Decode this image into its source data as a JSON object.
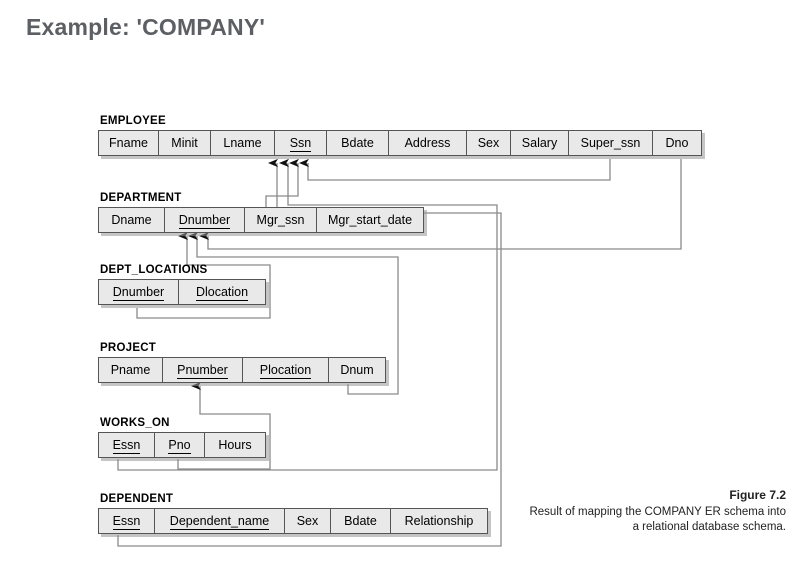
{
  "slide": {
    "title": "Example: 'COMPANY'",
    "title_color": "#5c5f63",
    "background": "#ffffff"
  },
  "diagram": {
    "cell_fill": "#e9e9e9",
    "border_color": "#555555",
    "link_color": "#808080",
    "relations": [
      {
        "name": "EMPLOYEE",
        "attributes": [
          {
            "label": "Fname",
            "key": false,
            "width": 60
          },
          {
            "label": "Minit",
            "key": false,
            "width": 52
          },
          {
            "label": "Lname",
            "key": false,
            "width": 64
          },
          {
            "label": "Ssn",
            "key": true,
            "width": 52
          },
          {
            "label": "Bdate",
            "key": false,
            "width": 62
          },
          {
            "label": "Address",
            "key": false,
            "width": 78
          },
          {
            "label": "Sex",
            "key": false,
            "width": 44
          },
          {
            "label": "Salary",
            "key": false,
            "width": 58
          },
          {
            "label": "Super_ssn",
            "key": false,
            "width": 84
          },
          {
            "label": "Dno",
            "key": false,
            "width": 48
          }
        ]
      },
      {
        "name": "DEPARTMENT",
        "attributes": [
          {
            "label": "Dname",
            "key": false,
            "width": 66
          },
          {
            "label": "Dnumber",
            "key": true,
            "width": 80
          },
          {
            "label": "Mgr_ssn",
            "key": false,
            "width": 72
          },
          {
            "label": "Mgr_start_date",
            "key": false,
            "width": 106
          }
        ]
      },
      {
        "name": "DEPT_LOCATIONS",
        "attributes": [
          {
            "label": "Dnumber",
            "key": true,
            "width": 80
          },
          {
            "label": "Dlocation",
            "key": true,
            "width": 86
          }
        ]
      },
      {
        "name": "PROJECT",
        "attributes": [
          {
            "label": "Pname",
            "key": false,
            "width": 64
          },
          {
            "label": "Pnumber",
            "key": true,
            "width": 80
          },
          {
            "label": "Plocation",
            "key": true,
            "width": 86
          },
          {
            "label": "Dnum",
            "key": false,
            "width": 56
          }
        ]
      },
      {
        "name": "WORKS_ON",
        "attributes": [
          {
            "label": "Essn",
            "key": true,
            "width": 56
          },
          {
            "label": "Pno",
            "key": true,
            "width": 50
          },
          {
            "label": "Hours",
            "key": false,
            "width": 60
          }
        ]
      },
      {
        "name": "DEPENDENT",
        "attributes": [
          {
            "label": "Essn",
            "key": true,
            "width": 56
          },
          {
            "label": "Dependent_name",
            "key": true,
            "width": 130
          },
          {
            "label": "Sex",
            "key": false,
            "width": 46
          },
          {
            "label": "Bdate",
            "key": false,
            "width": 60
          },
          {
            "label": "Relationship",
            "key": false,
            "width": 96
          }
        ]
      }
    ],
    "foreign_keys": [
      {
        "from": "EMPLOYEE.Super_ssn",
        "to": "EMPLOYEE.Ssn"
      },
      {
        "from": "EMPLOYEE.Dno",
        "to": "DEPARTMENT.Dnumber"
      },
      {
        "from": "DEPARTMENT.Mgr_ssn",
        "to": "EMPLOYEE.Ssn"
      },
      {
        "from": "DEPT_LOCATIONS.Dnumber",
        "to": "DEPARTMENT.Dnumber"
      },
      {
        "from": "PROJECT.Dnum",
        "to": "DEPARTMENT.Dnumber"
      },
      {
        "from": "WORKS_ON.Essn",
        "to": "EMPLOYEE.Ssn"
      },
      {
        "from": "WORKS_ON.Pno",
        "to": "PROJECT.Pnumber"
      },
      {
        "from": "DEPENDENT.Essn",
        "to": "EMPLOYEE.Ssn"
      }
    ]
  },
  "caption": {
    "figure_label": "Figure 7.2",
    "text": "Result of mapping the COMPANY ER schema into a relational database schema."
  }
}
